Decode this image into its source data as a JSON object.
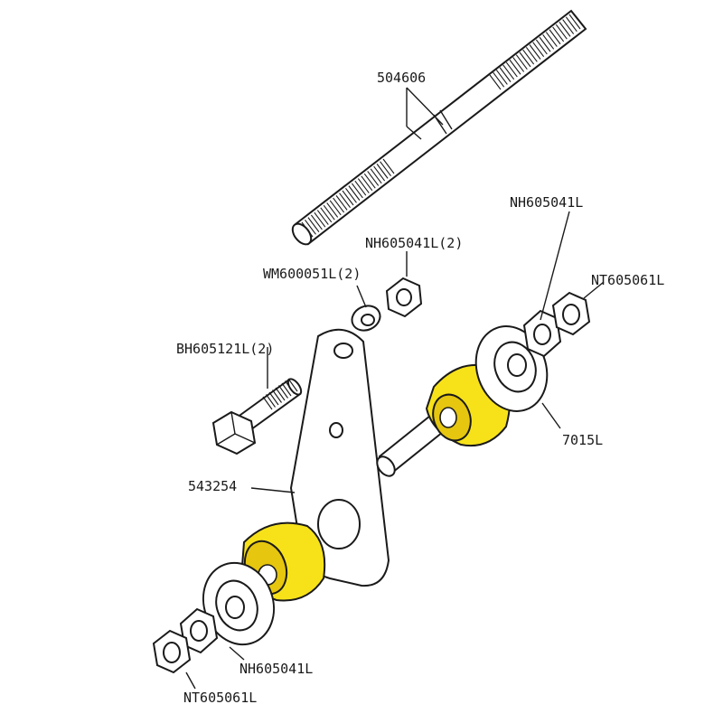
{
  "parts": {
    "rod": "504606",
    "nut_upper_pair": "NH605041L(2)",
    "washer_pair": "WM600051L(2)",
    "bolt_pair": "BH605121L(2)",
    "nut_right": "NH605041L",
    "nyloc_right": "NT605061L",
    "bush_kit": "7015L",
    "bracket": "543254",
    "nut_lower": "NH605041L",
    "nyloc_lower": "NT605061L"
  },
  "colors": {
    "highlight": "#f7e21a",
    "highlight_shade": "#e6c60f",
    "linework": "#1a1a1a"
  }
}
